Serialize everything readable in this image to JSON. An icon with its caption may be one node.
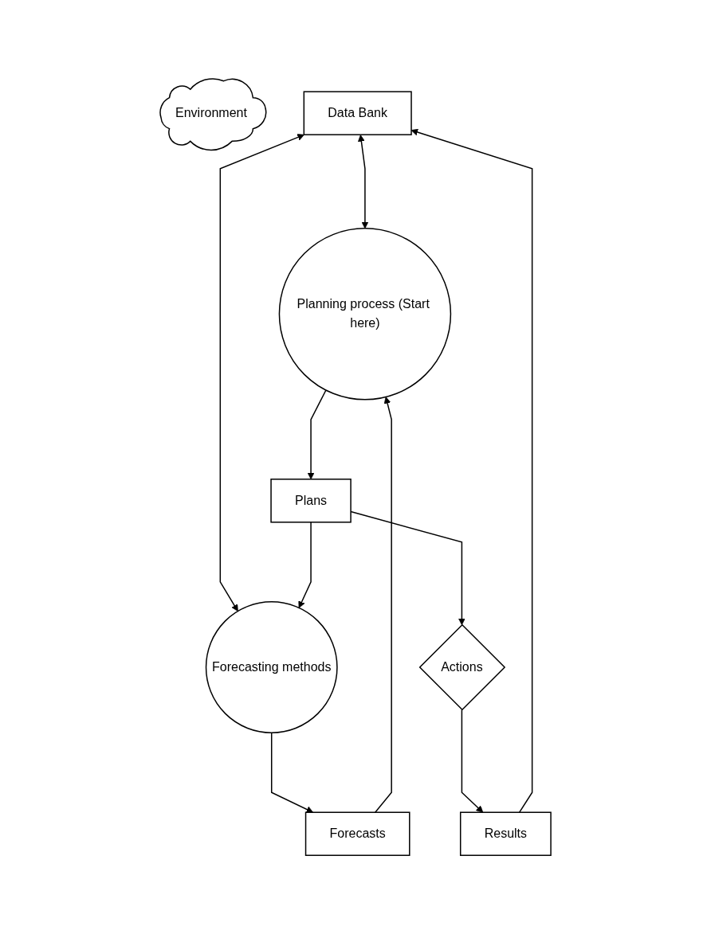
{
  "diagram": {
    "nodes": [
      {
        "text": [
          "Environment"
        ]
      },
      {
        "text": [
          "Data Bank"
        ]
      },
      {
        "text": [
          "Planning process (Start here)"
        ]
      },
      {
        "text": [
          "Forecasting methods"
        ]
      },
      {
        "text": [
          "Plans"
        ]
      },
      {
        "text": [
          "Forecasts"
        ]
      },
      {
        "text": [
          "Actions"
        ]
      },
      {
        "text": [
          "Results"
        ]
      }
    ],
    "edges": [
      {
        "from": 1,
        "to": 2,
        "arrow": "both"
      },
      {
        "from": 1,
        "to": 3,
        "arrow": "both"
      },
      {
        "from": 2,
        "to": 4,
        "arrow": "to"
      },
      {
        "from": 3,
        "to": 5,
        "arrow": "to"
      },
      {
        "from": 4,
        "to": 3,
        "arrow": "to"
      },
      {
        "from": 5,
        "to": 2,
        "arrow": "to"
      },
      {
        "from": 4,
        "to": 6,
        "arrow": "to"
      },
      {
        "from": 6,
        "to": 7,
        "arrow": "to"
      },
      {
        "from": 7,
        "to": 1,
        "arrow": "to"
      }
    ]
  }
}
